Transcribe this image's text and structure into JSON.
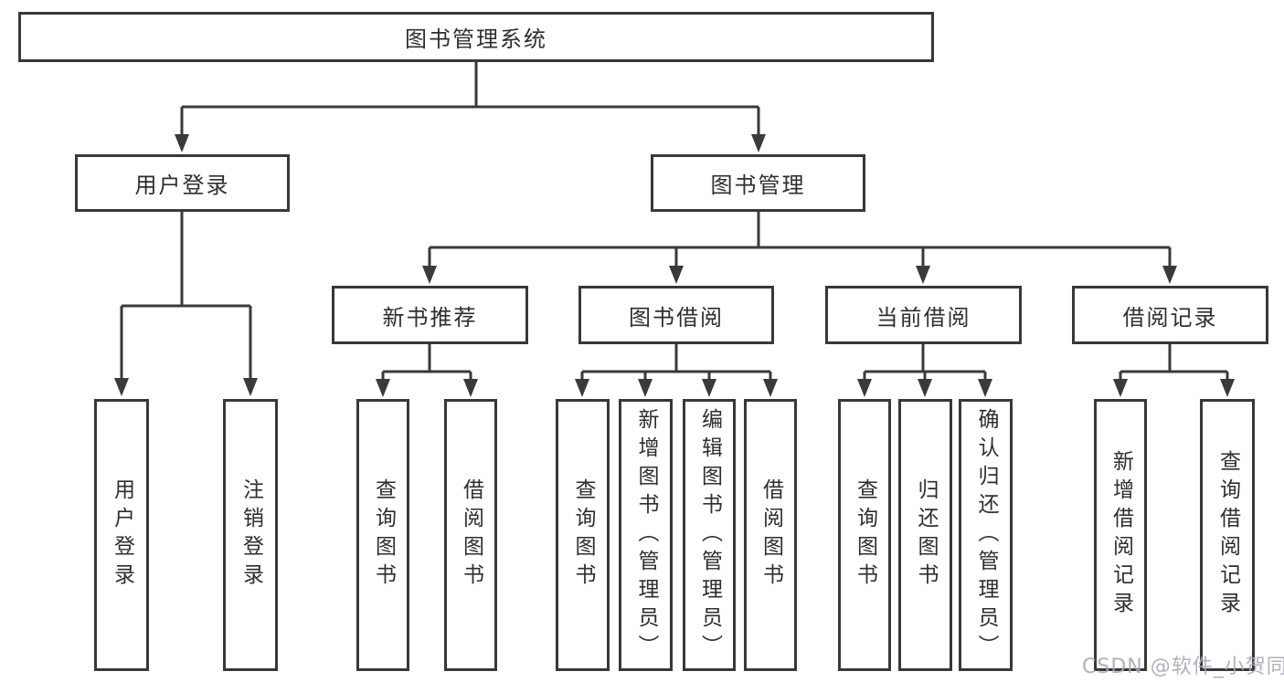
{
  "diagram_type": "feature-tree",
  "colors": {
    "line": "#3a3a3a",
    "box_border": "#383838",
    "text": "#2e2e2e",
    "watermark": "#a4aab5",
    "background": "#ffffff"
  },
  "tree": {
    "label": "图书管理系统",
    "children": [
      {
        "label": "用户登录",
        "children": [
          {
            "label": "用户登录"
          },
          {
            "label": "注销登录"
          }
        ]
      },
      {
        "label": "图书管理",
        "children": [
          {
            "label": "新书推荐",
            "children": [
              {
                "label": "查询图书"
              },
              {
                "label": "借阅图书"
              }
            ]
          },
          {
            "label": "图书借阅",
            "children": [
              {
                "label": "查询图书"
              },
              {
                "label": "新增图书（管理员）"
              },
              {
                "label": "编辑图书（管理员）"
              },
              {
                "label": "借阅图书"
              }
            ]
          },
          {
            "label": "当前借阅",
            "children": [
              {
                "label": "查询图书"
              },
              {
                "label": "归还图书"
              },
              {
                "label": "确认归还（管理员）"
              }
            ]
          },
          {
            "label": "借阅记录",
            "children": [
              {
                "label": "新增借阅记录"
              },
              {
                "label": "查询借阅记录"
              }
            ]
          }
        ]
      }
    ]
  },
  "watermark": {
    "text": "CSDN @软件_小贺同学"
  }
}
